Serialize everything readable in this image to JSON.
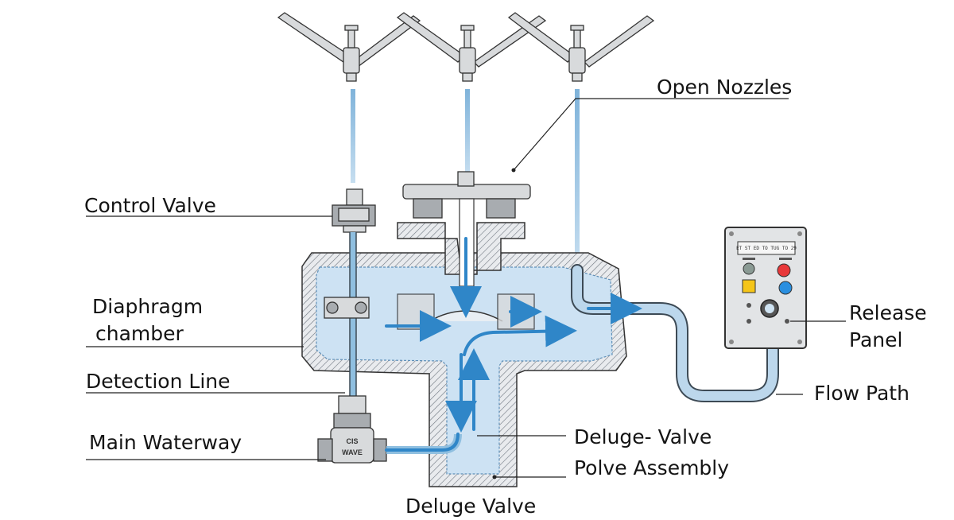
{
  "labels": {
    "open_nozzles": "Open Nozzles",
    "control_valve": "Control Valve",
    "diaphragm_chamber_1": "Diaphragm",
    "diaphragm_chamber_2": "chamber",
    "detection_line": "Detection Line",
    "main_waterway": "Main Waterway",
    "release_panel_1": "Release",
    "release_panel_2": "Panel",
    "flow_path": "Flow Path",
    "deluge_valve_1": "Deluge- Valve",
    "deluge_valve_2": "Polve Assembly",
    "deluge_valve_bottom": "Deluge Valve"
  },
  "gate_valve": {
    "line1": "CIS",
    "line2": "WAVE"
  },
  "panel": {
    "display_text": "ET ST ED TO TUG TO 29"
  },
  "colors": {
    "water": "#cfe3f2",
    "flow_arrow": "#2f86c8",
    "pipe_outline": "#3d4a55",
    "panel_red": "#e8383a",
    "panel_blue": "#2a8fe0",
    "panel_yellow": "#f5c518",
    "panel_green_gray": "#8a9a94"
  }
}
